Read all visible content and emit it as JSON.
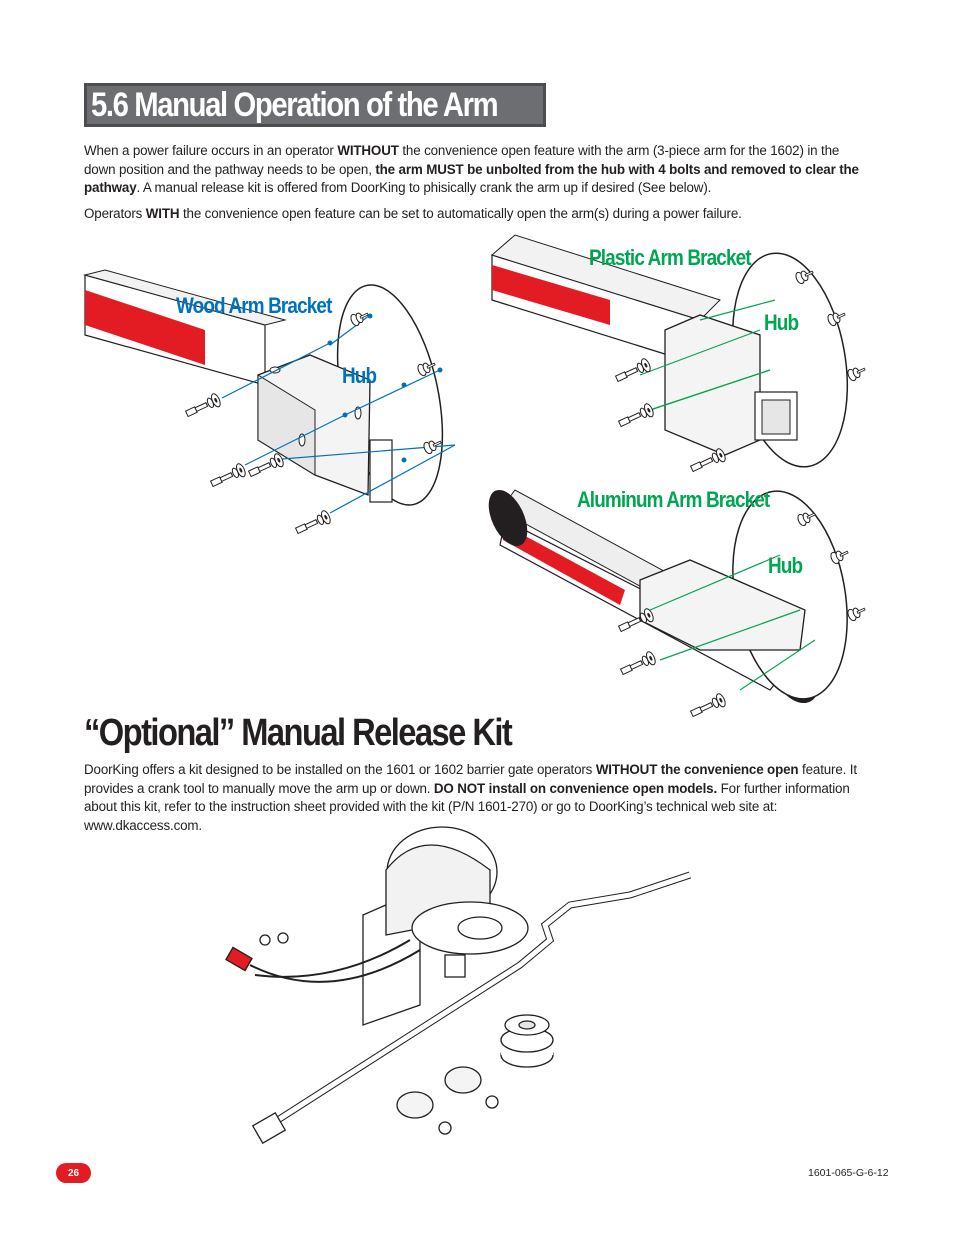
{
  "section1": {
    "title": "5.6 Manual Operation of the Arm",
    "p1": {
      "t1": "When a power failure occurs in an operator ",
      "b1": "WITHOUT",
      "t2": " the convenience open feature with the arm (3-piece arm for the 1602) in the down position and the pathway needs to be open, ",
      "b2": "the arm MUST be unbolted from the hub with 4 bolts and removed to clear the pathway",
      "t3": ". A manual release kit is offered from DoorKing to phisically crank the arm up if desired (See below)."
    },
    "p2": {
      "t1": "Operators ",
      "b1": "WITH",
      "t2": " the convenience open feature can be set to automatically open the arm(s) during a power failure."
    }
  },
  "illustrations": {
    "wood_label": "Wood Arm Bracket",
    "plastic_label": "Plastic Arm Bracket",
    "aluminum_label": "Aluminum Arm Bracket",
    "hub_label": "Hub",
    "colors": {
      "wood_accent": "#0072bc",
      "plastic_accent": "#00a651",
      "arm_red": "#e31c24"
    }
  },
  "section2": {
    "title": "“Optional” Manual Release Kit",
    "p1": {
      "t1": "DoorKing offers a kit designed to be installed on the 1601 or 1602 barrier gate operators ",
      "b1": "WITHOUT the convenience open",
      "t2": " feature. It provides a crank tool to manually move the arm up or down. ",
      "b2": "DO NOT install on convenience open models.",
      "t3": " For further information about this kit, refer to the instruction sheet provided with the kit (P/N 1601-270) or go to DoorKing’s technical web site at: www.dkaccess.com."
    }
  },
  "footer": {
    "page_number": "26",
    "doc_code": "1601-065-G-6-12"
  }
}
